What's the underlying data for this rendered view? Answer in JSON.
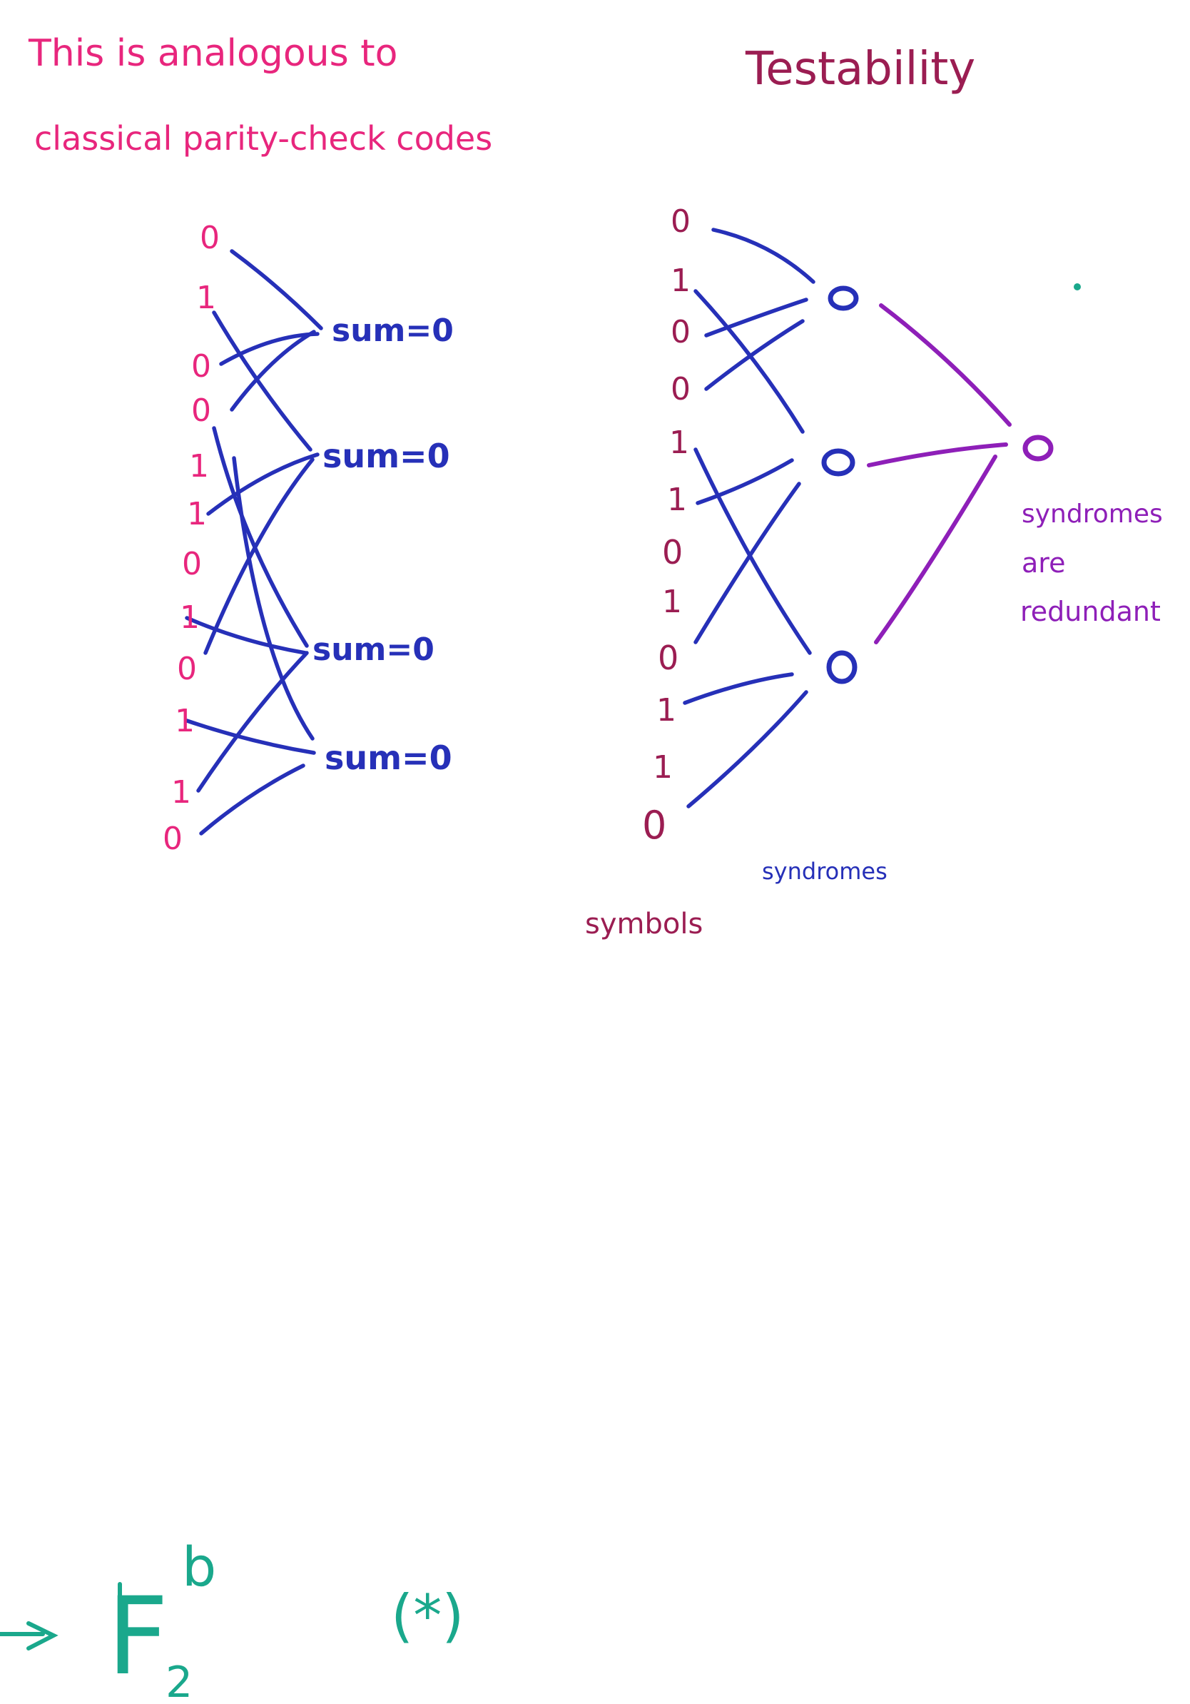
{
  "left_note": {
    "line1": "This is analogous to",
    "line2": "classical parity-check codes",
    "color": "#e8267d"
  },
  "right_title": {
    "text": "Testability",
    "color": "#9b1d52"
  },
  "left_graph": {
    "bits": [
      "0",
      "1",
      "0",
      "0",
      "1",
      "1",
      "0",
      "1",
      "0",
      "1",
      "1",
      "0"
    ],
    "checks": [
      "sum=0",
      "sum=0",
      "sum=0",
      "sum=0"
    ],
    "bit_color": "#e8267d",
    "check_color": "#2630b8"
  },
  "right_graph": {
    "symbols": [
      "0",
      "1",
      "0",
      "0",
      "1",
      "1",
      "0",
      "1",
      "0",
      "1",
      "1",
      "0"
    ],
    "syndrome_nodes": [
      "o",
      "o",
      "o"
    ],
    "meta_node": "o",
    "symbol_color": "#9b1d52",
    "syndrome_color": "#2630b8",
    "meta_color": "#8e1fb8"
  },
  "labels": {
    "syndromes": "syndromes",
    "symbols": "symbols",
    "redundant_line1": "syndromes",
    "redundant_line2": "are",
    "redundant_line3": "redundant"
  },
  "bottom_formula": {
    "field": "F",
    "subscript": "2",
    "superscript": "b",
    "marker": "(*)",
    "color": "#1aa88c"
  }
}
